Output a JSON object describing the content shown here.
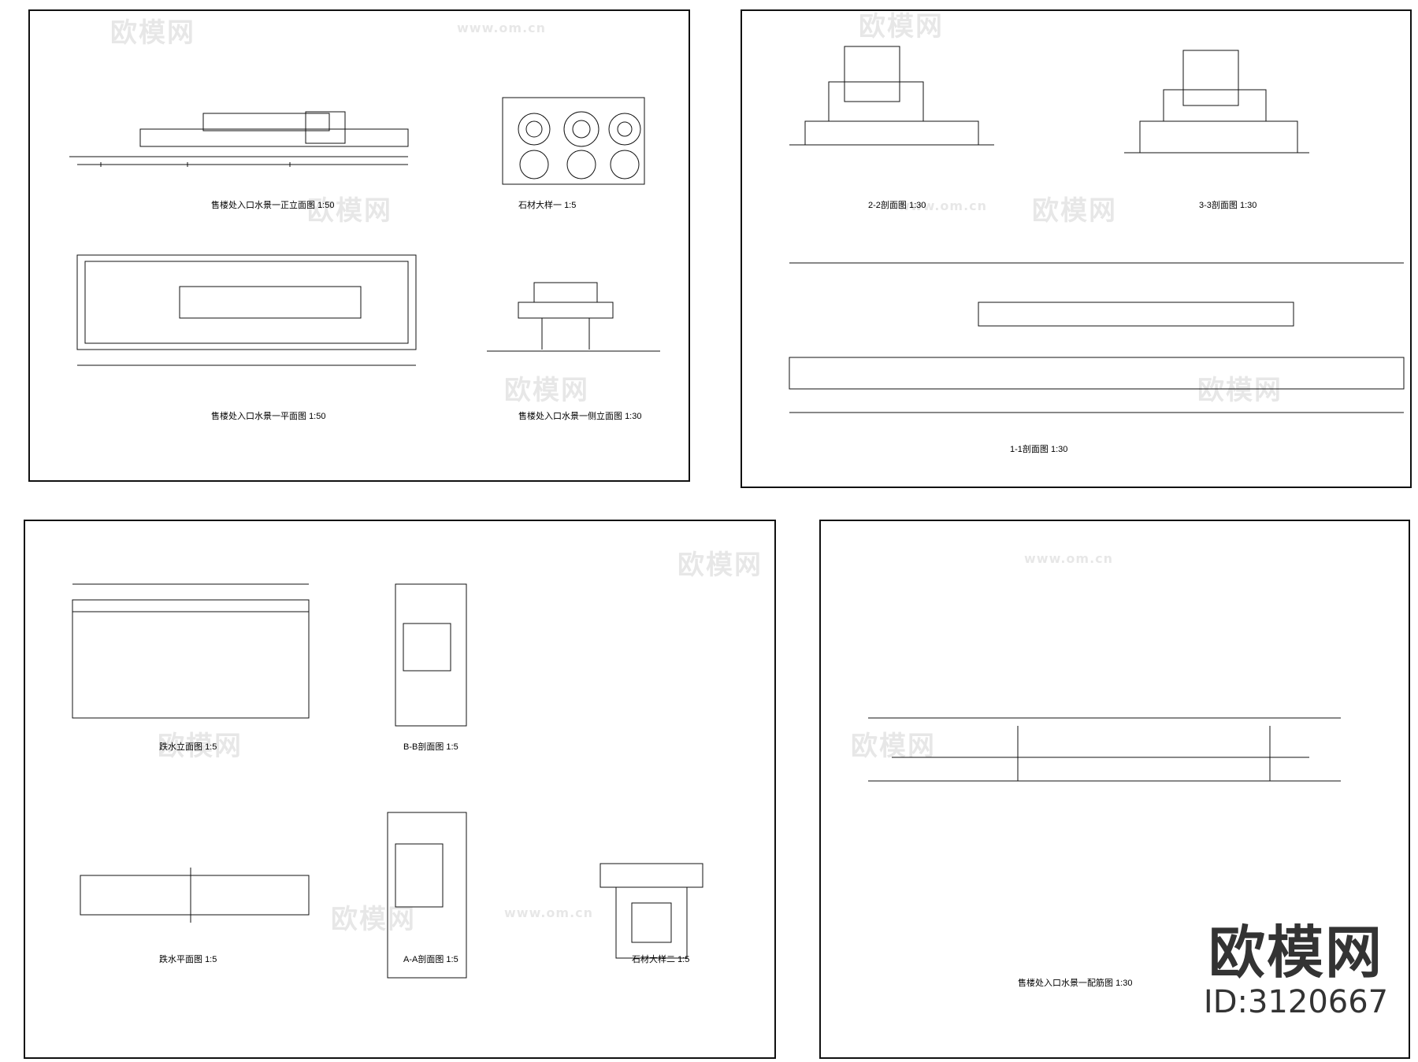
{
  "sheets": [
    {
      "captions": {
        "front": "售楼处入口水景一正立面图",
        "front_scale": "1:50",
        "stone1": "石材大样一",
        "stone1_scale": "1:5",
        "plan": "售楼处入口水景一平面图",
        "plan_scale": "1:50",
        "side": "售楼处入口水景一侧立面图",
        "side_scale": "1:30"
      }
    },
    {
      "captions": {
        "s22": "2-2剖面图",
        "s22_scale": "1:30",
        "s33": "3-3剖面图",
        "s33_scale": "1:30",
        "s11": "1-1剖面图",
        "s11_scale": "1:30"
      }
    },
    {
      "captions": {
        "weir_elev": "跌水立面图",
        "weir_elev_scale": "1:5",
        "bb": "B-B剖面图",
        "bb_scale": "1:5",
        "weir_plan": "跌水平面图",
        "weir_plan_scale": "1:5",
        "aa": "A-A剖面图",
        "aa_scale": "1:5",
        "stone2": "石材大样二",
        "stone2_scale": "1:5"
      }
    },
    {
      "captions": {
        "rebar": "售楼处入口水景一配筋图",
        "rebar_scale": "1:30"
      }
    }
  ],
  "watermark": {
    "cn": "欧模网",
    "url": "www.om.cn"
  },
  "brand": {
    "name": "欧模网",
    "id": "ID:3120667"
  }
}
